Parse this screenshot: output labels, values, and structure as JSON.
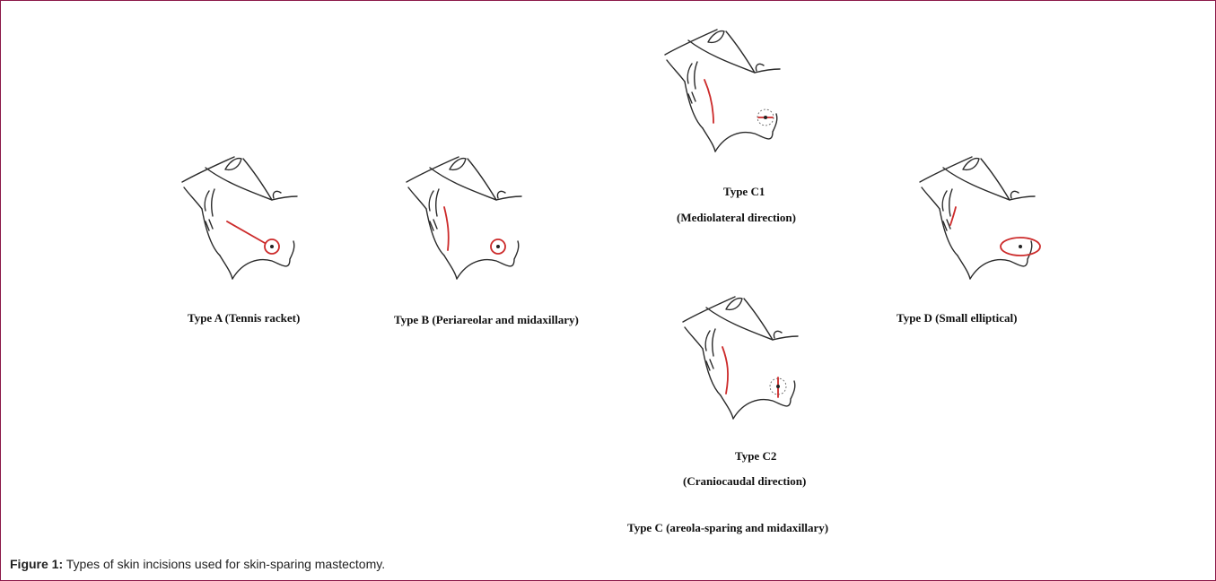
{
  "figure": {
    "labels": {
      "type_a": "Type A (Tennis racket)",
      "type_b": "Type B (Periareolar and midaxillary)",
      "type_c1": "Type C1",
      "type_c1_sub": "(Mediolateral direction)",
      "type_c2": "Type C2",
      "type_c2_sub": "(Craniocaudal direction)",
      "type_c": "Type C (areola-sparing and midaxillary)",
      "type_d": "Type D (Small elliptical)"
    },
    "colors": {
      "incision": "#cc2a2a",
      "outline": "#2a2a2a",
      "frame": "#8b1a4a"
    }
  },
  "caption": {
    "label": "Figure 1:",
    "text": " Types of skin incisions used for skin-sparing mastectomy."
  }
}
